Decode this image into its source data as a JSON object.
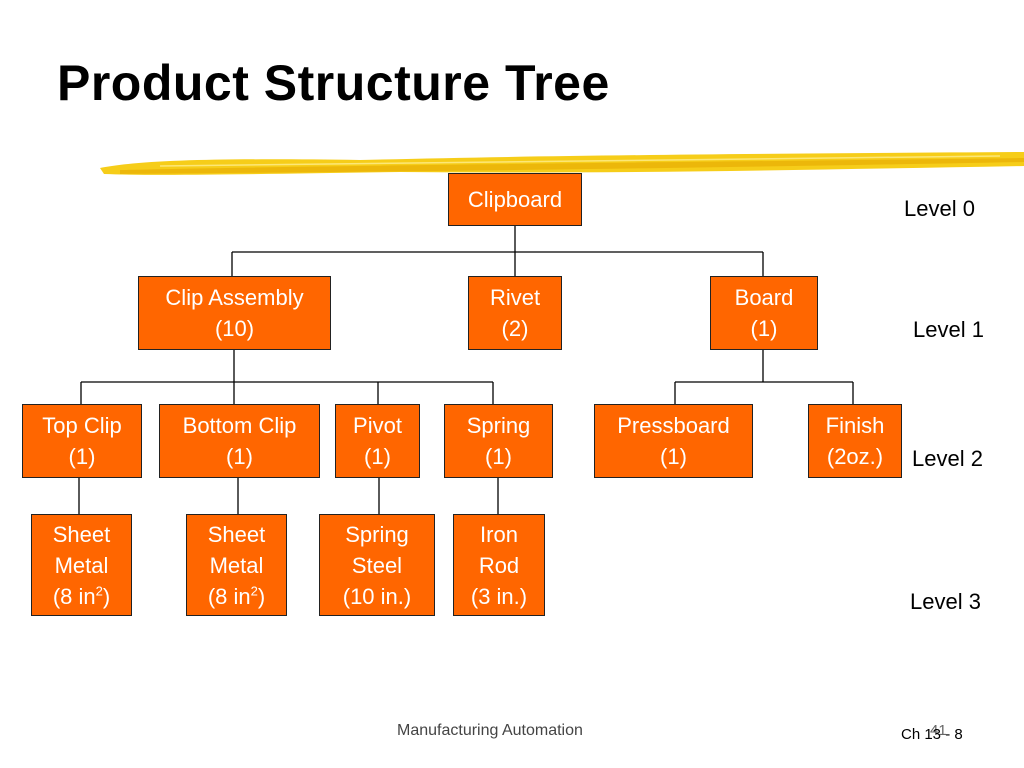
{
  "slide": {
    "title": "Product Structure Tree",
    "accent_color": "#f5c800",
    "box_color": "#ff6600",
    "footer": "Manufacturing Automation",
    "slide_number": "Ch 13 - 8",
    "ghost_number": "41"
  },
  "levels": [
    "Level 0",
    "Level 1",
    "Level 2",
    "Level 3"
  ],
  "tree": {
    "root": {
      "line1": "Clipboard"
    },
    "level1": [
      {
        "line1": "Clip Assembly",
        "line2": "(10)"
      },
      {
        "line1": "Rivet",
        "line2": "(2)"
      },
      {
        "line1": "Board",
        "line2": "(1)"
      }
    ],
    "level2": [
      {
        "line1": "Top Clip",
        "line2": "(1)"
      },
      {
        "line1": "Bottom Clip",
        "line2": "(1)"
      },
      {
        "line1": "Pivot",
        "line2": "(1)"
      },
      {
        "line1": "Spring",
        "line2": "(1)"
      },
      {
        "line1": "Pressboard",
        "line2": "(1)"
      },
      {
        "line1": "Finish",
        "line2": "(2oz.)"
      }
    ],
    "level3": [
      {
        "line1": "Sheet",
        "line2": "Metal",
        "line3": "(8 in",
        "sup": "2",
        "line3_end": ")"
      },
      {
        "line1": "Sheet",
        "line2": "Metal",
        "line3": "(8 in",
        "sup": "2",
        "line3_end": ")"
      },
      {
        "line1": "Spring",
        "line2": "Steel",
        "line3": "(10 in.)"
      },
      {
        "line1": "Iron",
        "line2": "Rod",
        "line3": "(3 in.)"
      }
    ]
  }
}
